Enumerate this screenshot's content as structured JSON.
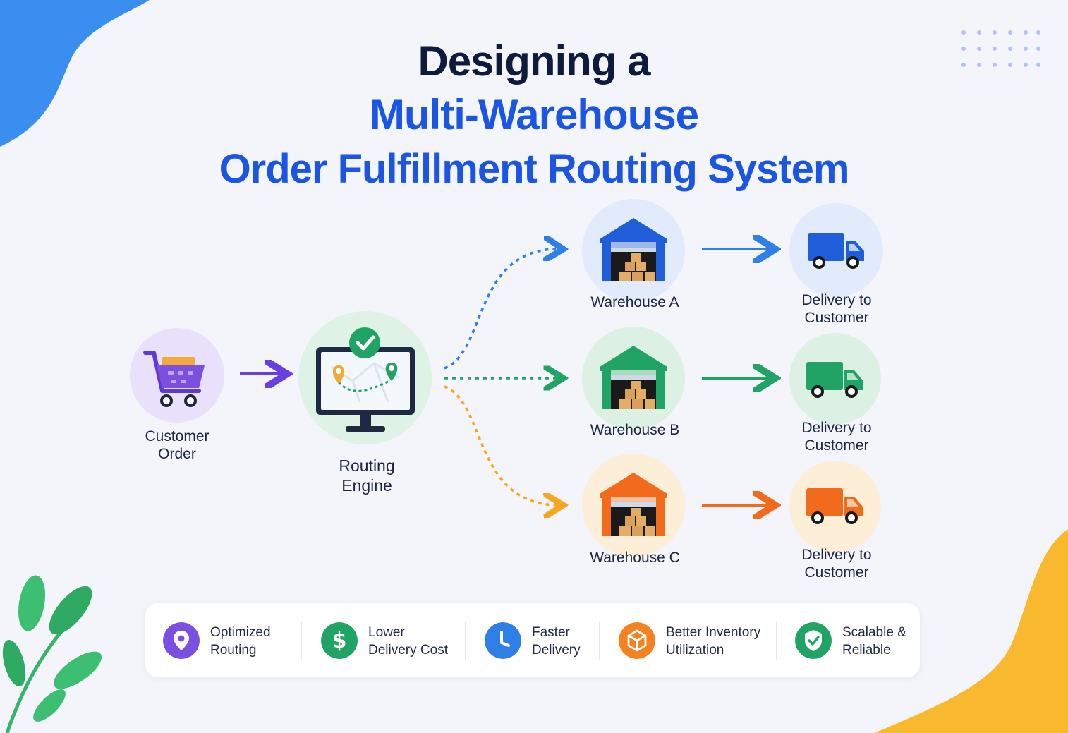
{
  "title": {
    "line1": "Designing a",
    "line2": "Multi-Warehouse",
    "line3": "Order Fulfillment Routing System"
  },
  "nodes": {
    "customer_order": {
      "line1": "Customer",
      "line2": "Order",
      "icon": "shopping-cart-icon",
      "color": "#7b4fe0"
    },
    "routing_engine": {
      "line1": "Routing",
      "line2": "Engine",
      "icon": "monitor-map-icon",
      "color": "#1fa463"
    },
    "warehouses": [
      {
        "label": "Warehouse A",
        "icon": "warehouse-icon",
        "color": "#1f5ed8"
      },
      {
        "label": "Warehouse B",
        "icon": "warehouse-icon",
        "color": "#21a366"
      },
      {
        "label": "Warehouse C",
        "icon": "warehouse-icon",
        "color": "#f26b1d"
      }
    ],
    "deliveries": [
      {
        "line1": "Delivery to",
        "line2": "Customer",
        "icon": "delivery-truck-icon",
        "color": "#1f5ed8"
      },
      {
        "line1": "Delivery to",
        "line2": "Customer",
        "icon": "delivery-truck-icon",
        "color": "#21a366"
      },
      {
        "line1": "Delivery to",
        "line2": "Customer",
        "icon": "delivery-truck-icon",
        "color": "#f26b1d"
      }
    ]
  },
  "benefits": [
    {
      "line1": "Optimized",
      "line2": "Routing",
      "icon": "location-pin-icon",
      "color": "#7b4fe0"
    },
    {
      "line1": "Lower",
      "line2": "Delivery Cost",
      "icon": "dollar-icon",
      "color": "#1fa463"
    },
    {
      "line1": "Faster",
      "line2": "Delivery",
      "icon": "clock-icon",
      "color": "#2f7fe8"
    },
    {
      "line1": "Better Inventory",
      "line2": "Utilization",
      "icon": "box-icon",
      "color": "#f58220"
    },
    {
      "line1": "Scalable &",
      "line2": "Reliable",
      "icon": "shield-check-icon",
      "color": "#1fa463"
    }
  ]
}
